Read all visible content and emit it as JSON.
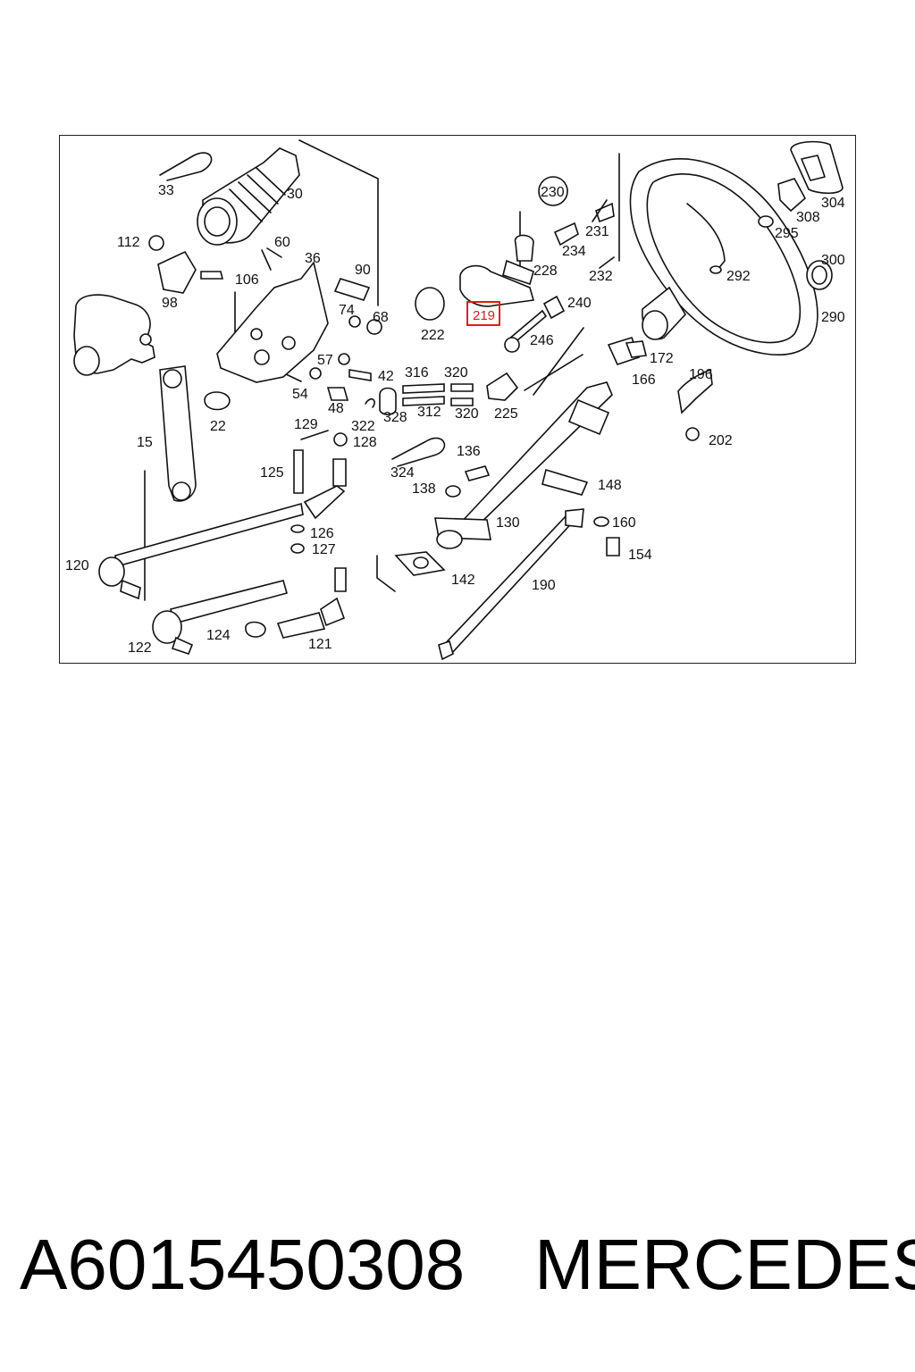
{
  "diagram": {
    "labels": [
      "33",
      "30",
      "112",
      "60",
      "36",
      "90",
      "106",
      "98",
      "74",
      "68",
      "57",
      "42",
      "54",
      "48",
      "22",
      "15",
      "129",
      "322",
      "128",
      "125",
      "126",
      "127",
      "120",
      "122",
      "124",
      "121",
      "230",
      "231",
      "234",
      "232",
      "228",
      "219",
      "240",
      "222",
      "246",
      "316",
      "320",
      "312",
      "225",
      "328",
      "324",
      "136",
      "138",
      "130",
      "142",
      "190",
      "148",
      "160",
      "154",
      "172",
      "166",
      "196",
      "202",
      "292",
      "290",
      "295",
      "308",
      "304",
      "300"
    ],
    "highlighted": "219"
  },
  "footer": {
    "part_number": "A6015450308",
    "brand": "MERCEDES"
  }
}
